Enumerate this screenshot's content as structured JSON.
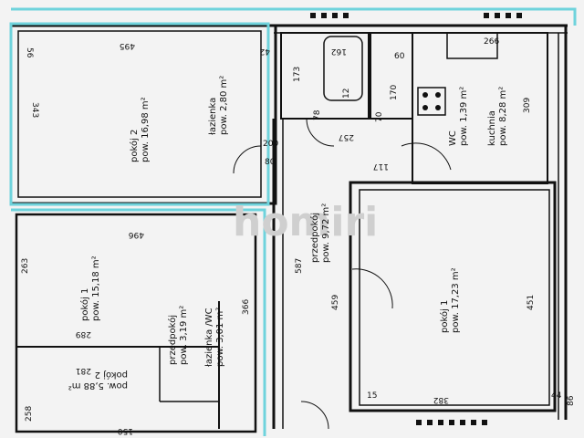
{
  "watermark": "homiri",
  "rooms": {
    "pokoj2_top": {
      "name": "pokój 2",
      "area": "pow. 16,98 m²"
    },
    "lazienka_top": {
      "name": "łazienka",
      "area": "pow. 2,80 m²"
    },
    "wc": {
      "name": "WC",
      "area": "pow. 1,39 m²"
    },
    "kuchnia": {
      "name": "kuchnia",
      "area": "pow. 8,28 m²"
    },
    "przedpokoj_mid": {
      "name": "przedpokój",
      "area": "pow. 9,72 m²"
    },
    "pokoj1_right": {
      "name": "pokój 1",
      "area": "pow. 17,23 m²"
    },
    "pokoj1_left": {
      "name": "pokój 1",
      "area": "pow. 15,18 m²"
    },
    "przedpokoj_left": {
      "name": "przedpokój",
      "area": "pow. 3,19 m²"
    },
    "lazienka_wc_left": {
      "name": "łazienka /WC",
      "area": "pow. 3,01 m²"
    },
    "pokoj2_bottom": {
      "name": "pokój 2",
      "area": "pow. 5,88 m²"
    }
  },
  "dims": {
    "d495": "495",
    "d56": "56",
    "d343": "343",
    "d42": "42",
    "d162": "162",
    "d173": "173",
    "d12": "12",
    "d60": "60",
    "d78": "78",
    "d70": "70",
    "d170": "170",
    "d266": "266",
    "d309": "309",
    "d200": "200",
    "d80": "80",
    "d257": "257",
    "d117": "117",
    "d496": "496",
    "d263": "263",
    "d587": "587",
    "d459": "459",
    "d451": "451",
    "d366": "366",
    "d289": "289",
    "d281": "281",
    "d258": "258",
    "d150": "150",
    "d382": "382",
    "d15": "15",
    "d44": "44",
    "d86": "86"
  }
}
